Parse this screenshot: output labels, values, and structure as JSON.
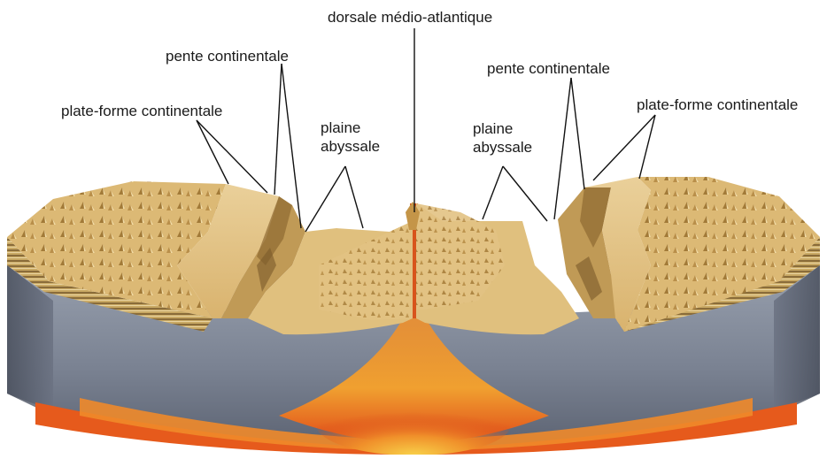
{
  "labels": {
    "ridge": "dorsale médio-atlantique",
    "slope_left": "pente continentale",
    "slope_right": "pente continentale",
    "shelf_left": "plate-forme continentale",
    "shelf_right": "plate-forme continentale",
    "plain_left": {
      "line1": "plaine",
      "line2": "abyssale"
    },
    "plain_right": {
      "line1": "plaine",
      "line2": "abyssale"
    }
  },
  "colors": {
    "sediment": "#e3c07c",
    "sediment_dark": "#b08840",
    "crust": "#7d8595",
    "crust_dark": "#4b5262",
    "magma_hot": "#f4c542",
    "magma": "#e8641e",
    "magma_dark": "#c8361a",
    "leader": "#111111"
  }
}
